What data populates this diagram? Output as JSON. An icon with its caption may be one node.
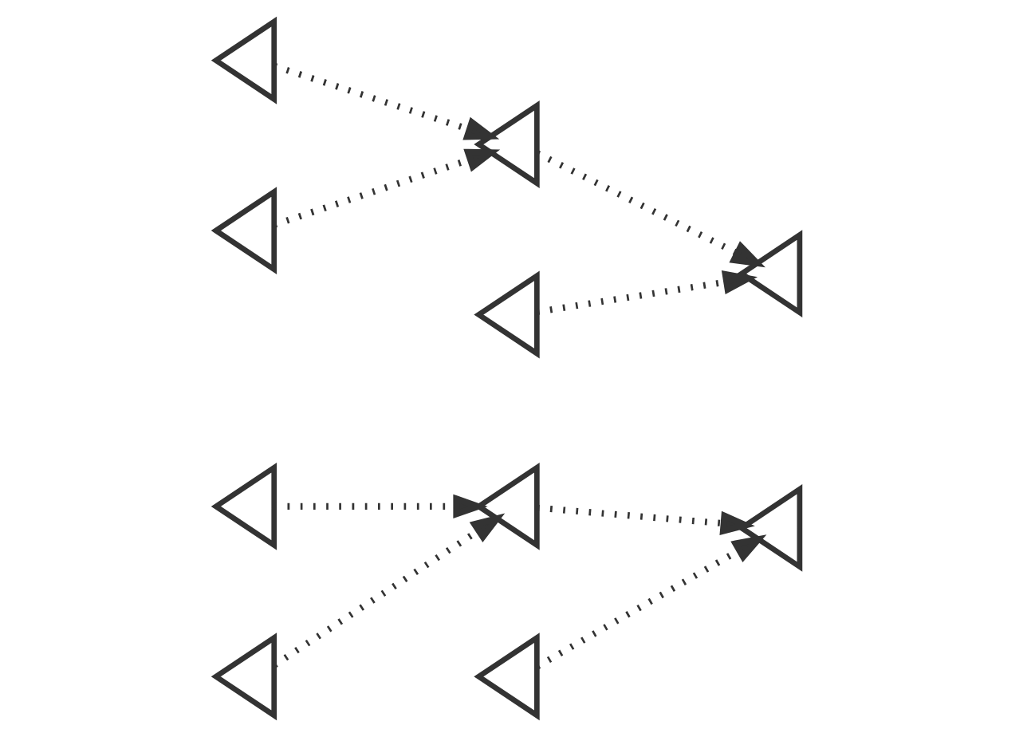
{
  "diagram": {
    "nodes": [
      {
        "text": [],
        "shape": "triangle"
      },
      {
        "text": [],
        "shape": "triangle"
      },
      {
        "text": [],
        "shape": "triangle"
      },
      {
        "text": [],
        "shape": "triangle"
      },
      {
        "text": [],
        "shape": "triangle"
      },
      {
        "text": [],
        "shape": "triangle"
      },
      {
        "text": [],
        "shape": "triangle"
      },
      {
        "text": [],
        "shape": "triangle"
      },
      {
        "text": [],
        "shape": "triangle"
      },
      {
        "text": [],
        "shape": "triangle"
      }
    ],
    "edges": [
      {
        "from": 0,
        "to": 2,
        "arrow": "to"
      },
      {
        "from": 1,
        "to": 2,
        "arrow": "to"
      },
      {
        "from": 2,
        "to": 3,
        "arrow": "to"
      },
      {
        "from": 4,
        "to": 3,
        "arrow": "to"
      },
      {
        "from": 5,
        "to": 6,
        "arrow": "to"
      },
      {
        "from": 8,
        "to": 6,
        "arrow": "to"
      },
      {
        "from": 6,
        "to": 7,
        "arrow": "to"
      },
      {
        "from": 9,
        "to": 7,
        "arrow": "to"
      }
    ]
  }
}
